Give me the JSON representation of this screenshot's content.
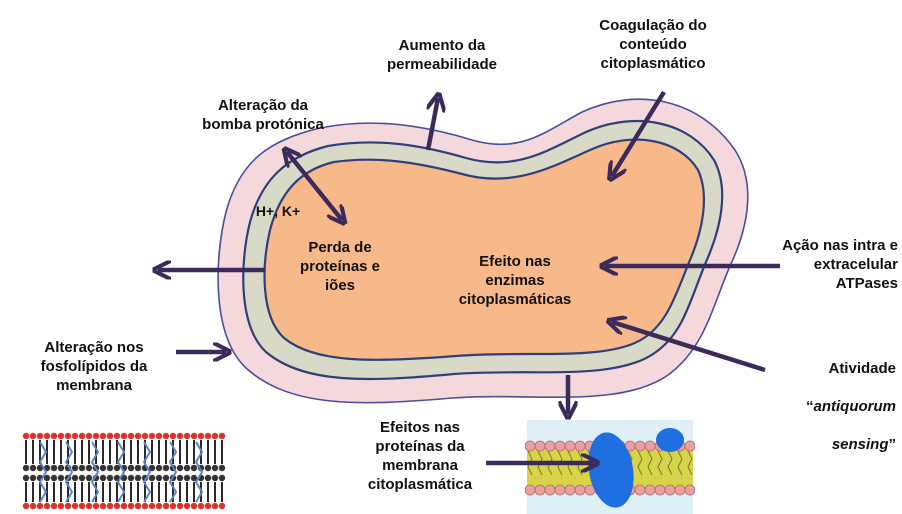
{
  "colors": {
    "outer_layer": "#f4d8dc",
    "outer_stroke": "#3a3f8f",
    "middle_layer": "#d9d9c8",
    "cytoplasm": "#f8b98a",
    "arrow": "#3b2a5a",
    "membrane_head_red": "#e0302a",
    "membrane_head_pink": "#e8a0a0",
    "membrane_tail_yellow": "#d8d44a",
    "protein_blue": "#1f6fe0"
  },
  "labels": {
    "aumento": "Aumento da\npermeabilidade",
    "coagulacao": "Coagulação do\nconteúdo\ncitoplasmático",
    "bomba": "Alteração da\nbomba protónica",
    "ions": "H+, K+",
    "perda": "Perda de\nproteínas e\niões",
    "enzimas": "Efeito nas\nenzimas\ncitoplasmáticas",
    "acao": "Ação nas intra e\nextracelular\nATPases",
    "fosfolipidos": "Alteração nos\nfosfolípidos da\nmembrana",
    "atividade": "Atividade",
    "antiquorum_open_quote": "“",
    "antiquorum": "antiquorum",
    "sensing": "sensing",
    "antiquorum_close_quote": "”",
    "proteinas_membrana": "Efeitos nas\nproteínas da\nmembrana\ncitoplasmática"
  }
}
